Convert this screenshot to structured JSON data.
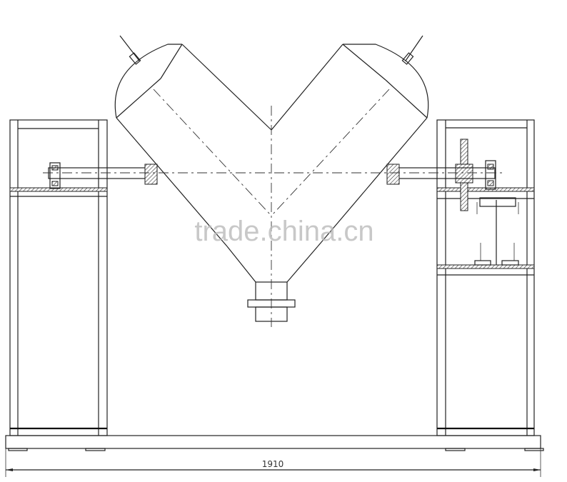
{
  "drawing": {
    "title": "V-type mixer front elevation",
    "dimension_overall_width": "1910",
    "watermark": "trade.china.cn"
  }
}
